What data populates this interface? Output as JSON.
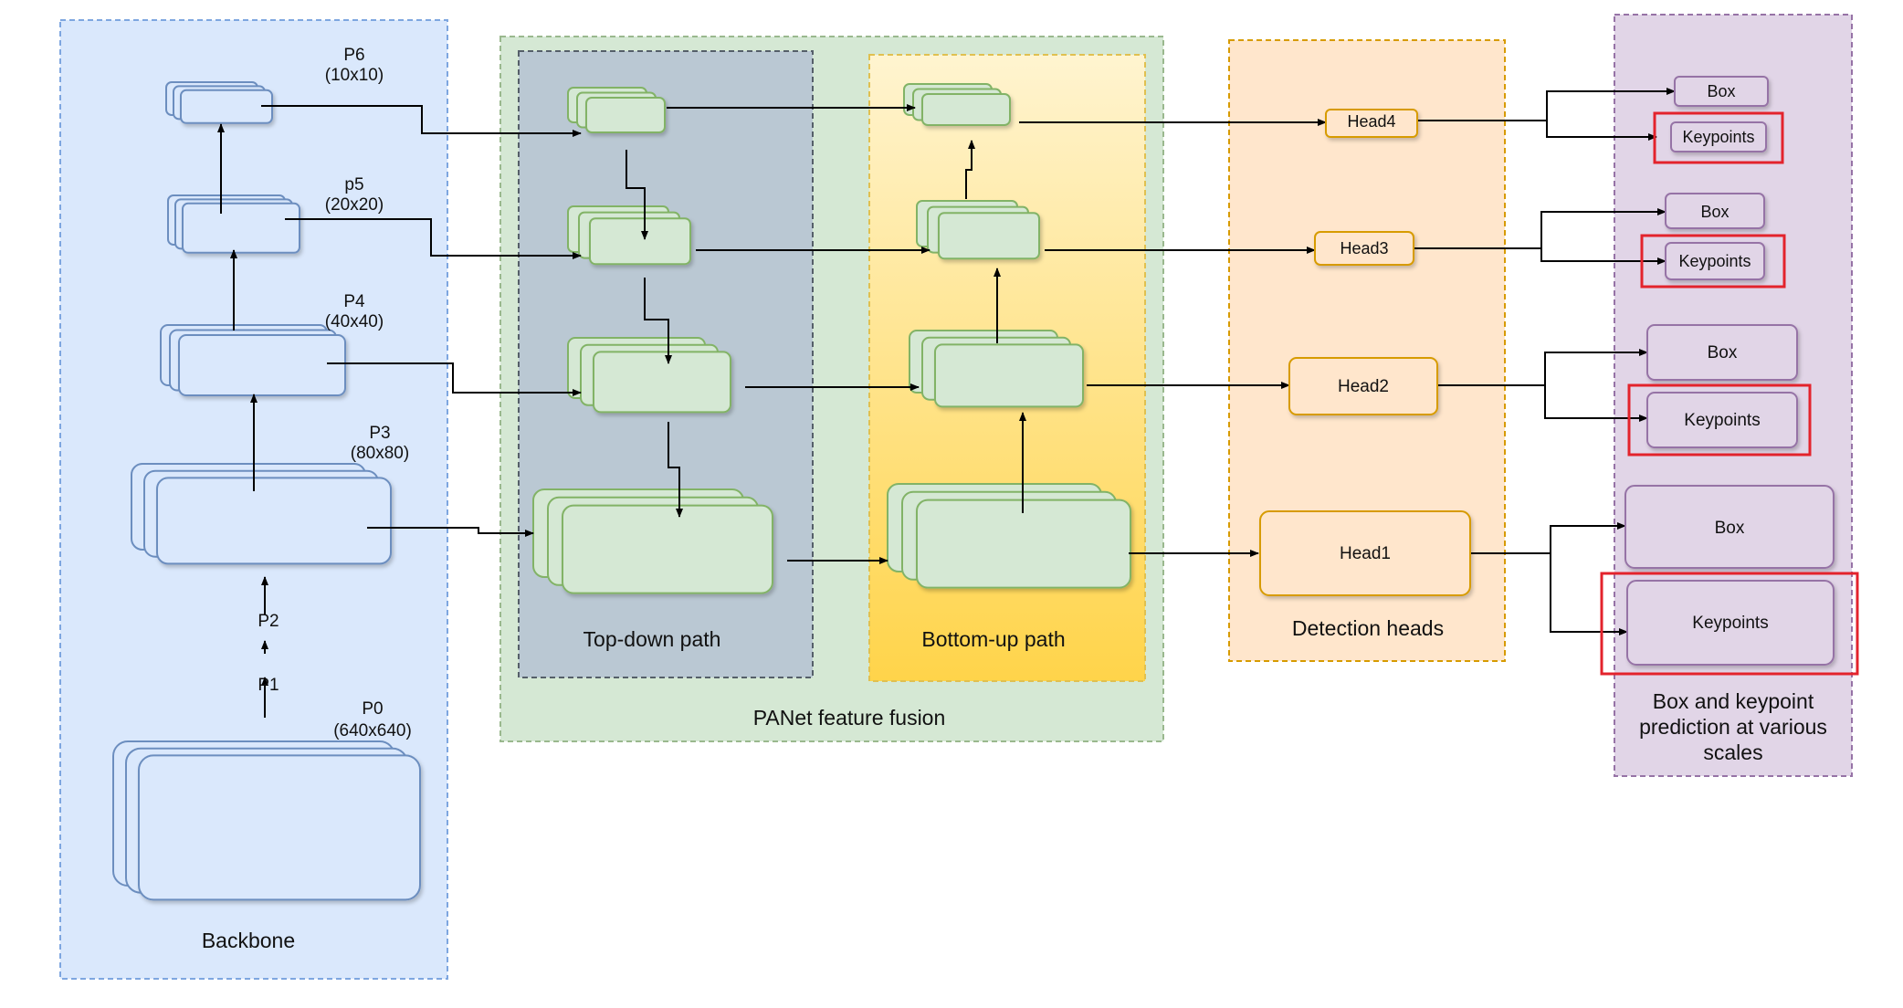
{
  "regions": {
    "backbone": "Backbone",
    "panet": "PANet feature fusion",
    "topdown": "Top-down path",
    "bottomup": "Bottom-up path",
    "heads": "Detection heads",
    "prediction": [
      "Box and keypoint",
      "prediction at various",
      "scales"
    ]
  },
  "levels": {
    "p6": {
      "name": "P6",
      "size": "(10x10)"
    },
    "p5": {
      "name": "p5",
      "size": "(20x20)"
    },
    "p4": {
      "name": "P4",
      "size": "(40x40)"
    },
    "p3": {
      "name": "P3",
      "size": "(80x80)"
    },
    "p2": {
      "name": "P2"
    },
    "p1": {
      "name": "P1"
    },
    "p0": {
      "name": "P0",
      "size": "(640x640)"
    }
  },
  "heads": [
    "Head4",
    "Head3",
    "Head2",
    "Head1"
  ],
  "outputs": {
    "box": "Box",
    "keypoints": "Keypoints"
  },
  "colors": {
    "backbone_fill": "#dae8fc",
    "backbone_border": "#7ea6e0",
    "panet_fill": "#d5e8d4",
    "topdown_fill": "#bac8d3",
    "bottomup_fill": "#fff2cc",
    "heads_fill": "#ffe6cc",
    "heads_border": "#d79b00",
    "prediction_fill": "#e1d5e7",
    "prediction_border": "#9673a6",
    "highlight": "#e3232c"
  }
}
